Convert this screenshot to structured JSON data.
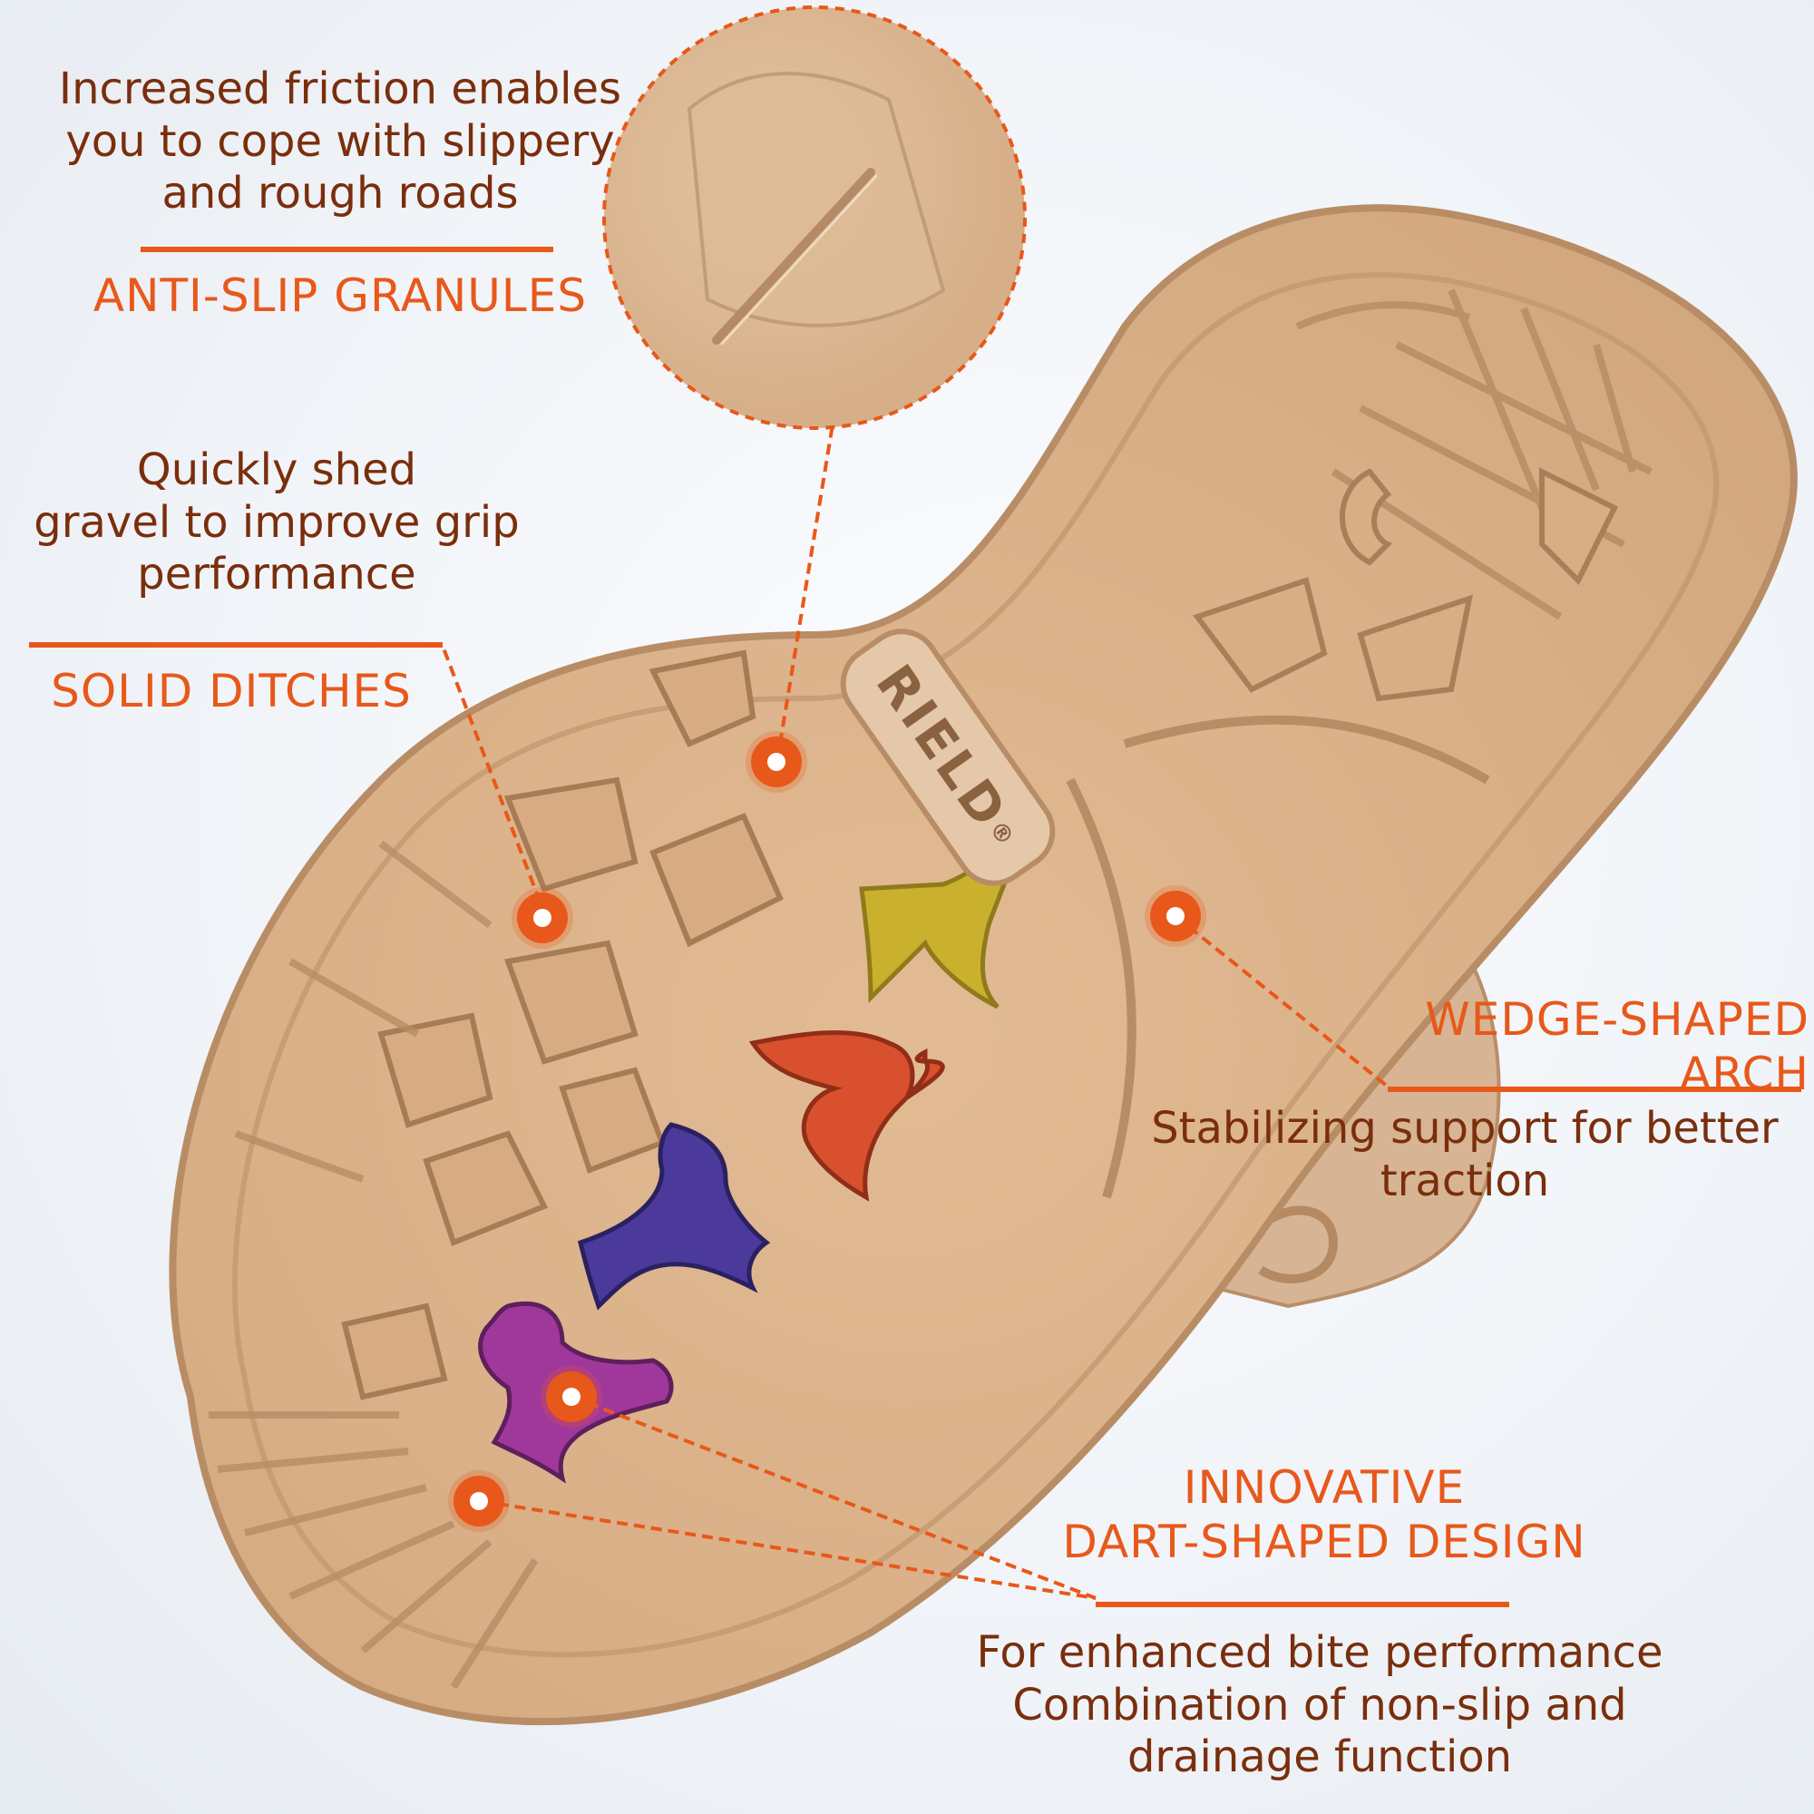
{
  "image": {
    "subject": "outsole",
    "colors": {
      "sole": "#d9b08a",
      "sole_dark": "#b88d66",
      "sole_light": "#e8c7a5",
      "yellow_lug": "#c9b12e",
      "red_lug": "#d9502e",
      "blue_lug": "#4b3a9c",
      "purple_lug": "#a0389c",
      "accent": "#e8581a",
      "text_dark": "#7a2e0c"
    }
  },
  "brand": {
    "logo": "RIELD",
    "mark": "®"
  },
  "callouts": {
    "anti_slip": {
      "desc_lines": [
        "Increased friction enables",
        "you to cope with slippery",
        "and rough roads"
      ],
      "title": "ANTI-SLIP GRANULES"
    },
    "solid_ditches": {
      "desc_lines": [
        "Quickly shed",
        "gravel to improve grip",
        "performance"
      ],
      "title": "SOLID DITCHES"
    },
    "wedge_arch": {
      "title": "WEDGE-SHAPED ARCH",
      "desc_lines": [
        "Stabilizing support for better",
        "traction"
      ]
    },
    "dart_design": {
      "title_lines": [
        "INNOVATIVE",
        "DART-SHAPED DESIGN"
      ],
      "desc_lines": [
        "For enhanced bite performance",
        "Combination of non-slip and",
        "drainage function"
      ]
    }
  }
}
